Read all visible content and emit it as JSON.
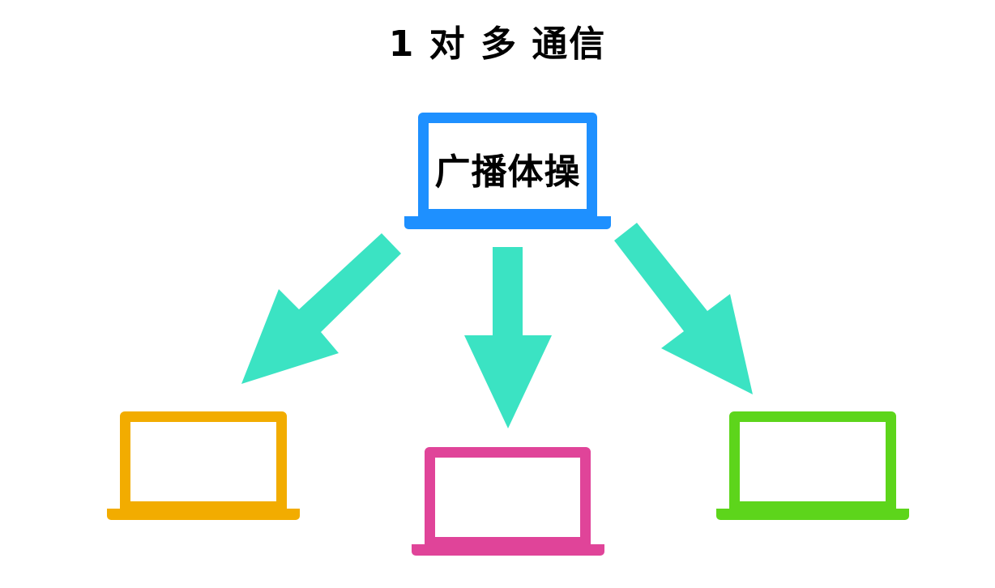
{
  "diagram": {
    "title": "1 对 多 通信",
    "source": {
      "label": "广播体操",
      "color": "#1E90FF",
      "icon": "laptop-icon"
    },
    "targets": [
      {
        "name": "laptop-left",
        "color": "#F2AC00",
        "icon": "laptop-icon"
      },
      {
        "name": "laptop-center",
        "color": "#E04499",
        "icon": "laptop-icon"
      },
      {
        "name": "laptop-right",
        "color": "#5DD51B",
        "icon": "laptop-icon"
      }
    ],
    "arrows": {
      "color": "#3BE3C3",
      "items": [
        {
          "from": "source",
          "to": "laptop-left",
          "icon": "arrow-down-left-icon"
        },
        {
          "from": "source",
          "to": "laptop-center",
          "icon": "arrow-down-icon"
        },
        {
          "from": "source",
          "to": "laptop-right",
          "icon": "arrow-down-right-icon"
        }
      ]
    }
  }
}
